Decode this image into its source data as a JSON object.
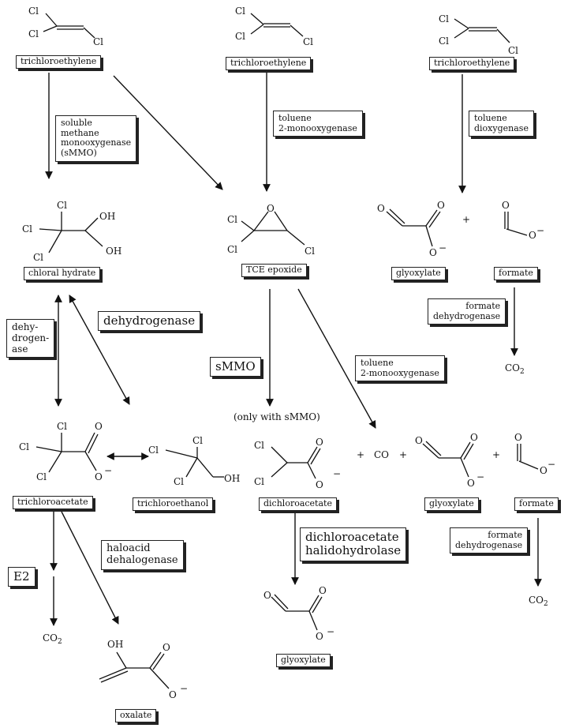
{
  "compounds": {
    "tce_1": "trichloroethylene",
    "tce_2": "trichloroethylene",
    "tce_3": "trichloroethylene",
    "chloral_hydrate": "chloral hydrate",
    "tce_epoxide": "TCE epoxide",
    "glyoxylate_1": "glyoxylate",
    "formate_1": "formate",
    "trichloroacetate": "trichloroacetate",
    "trichloroethanol": "trichloroethanol",
    "dichloroacetate": "dichloroacetate",
    "glyoxylate_2": "glyoxylate",
    "formate_2": "formate",
    "glyoxylate_3": "glyoxylate",
    "oxalate": "oxalate"
  },
  "enzymes": {
    "smmo_long": [
      "soluble",
      "methane",
      "monooxygenase",
      "(sMMO)"
    ],
    "toluene_2mono_1": [
      "toluene",
      "2-monooxygenase"
    ],
    "toluene_diox": [
      "toluene",
      "dioxygenase"
    ],
    "formate_dh_1": [
      "formate",
      "dehydrogenase"
    ],
    "dehydrogenase_left": [
      "dehy-",
      "drogen-",
      "ase"
    ],
    "dehydrogenase": "dehydrogenase",
    "smmo_short": "sMMO",
    "toluene_2mono_2": [
      "toluene",
      "2-monooxygenase"
    ],
    "dca_halidohydrolase": [
      "dichloroacetate",
      "halidohydrolase"
    ],
    "haloacid_dehalogenase": [
      "haloacid",
      "dehalogenase"
    ],
    "e2": "E2",
    "formate_dh_2": [
      "formate",
      "dehydrogenase"
    ]
  },
  "annotations": {
    "only_with_smmo": "(only with sMMO)",
    "plus": "+",
    "co": "CO"
  },
  "atoms": {
    "cl": "Cl",
    "o": "O",
    "oh": "OH",
    "minus": "−",
    "co2_c": "CO",
    "co2_sub": "2"
  }
}
